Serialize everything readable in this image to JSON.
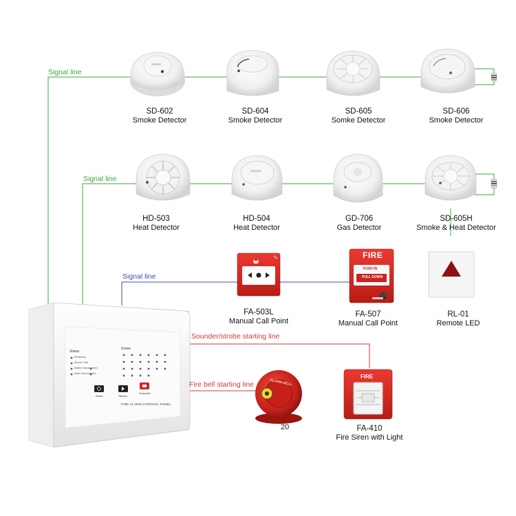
{
  "signal_lines": {
    "line1": "Signal line",
    "line2": "Signal line",
    "line3": "Signal line",
    "sounder": "Sounder/strobe starting line",
    "bell": "Fire bell starting line"
  },
  "devices": {
    "sd602": {
      "model": "SD-602",
      "desc": "Smoke Detector"
    },
    "sd604": {
      "model": "SD-604",
      "desc": "Smoke Detector"
    },
    "sd605": {
      "model": "SD-605",
      "desc": "Somke Detector"
    },
    "sd606": {
      "model": "SD-606",
      "desc": "Smoke Detector"
    },
    "hd503": {
      "model": "HD-503",
      "desc": "Heat Detector"
    },
    "hd504": {
      "model": "HD-504",
      "desc": "Heat Detector"
    },
    "gd706": {
      "model": "GD-706",
      "desc": "Gas Detector"
    },
    "sd605h": {
      "model": "SD-605H",
      "desc": "Smoke & Heat Detector"
    },
    "fa503l": {
      "model": "FA-503L",
      "desc": "Manual Call Point"
    },
    "fa507": {
      "model": "FA-507",
      "desc": "Manual Call Point"
    },
    "rl01": {
      "model": "RL-01",
      "desc": "Remote LED"
    },
    "fa410": {
      "model": "FA-410",
      "desc": "Fire Siren with Light"
    },
    "bell_model_partial": "20"
  },
  "panel": {
    "status_label": "Status",
    "zones_label": "Zones",
    "status_items": [
      "Monitoring",
      "Silence Fault",
      "Battery Disconnected",
      "Alarm Disconnected"
    ],
    "buttons": [
      "Reset",
      "Silence",
      "Evacuate"
    ],
    "title": "FIRE ALARM CONTROL PANEL"
  },
  "printed_marks": {
    "call_point_fire": "FIRE",
    "call_point_push": "PUSH IN",
    "call_point_pull": "PULL DOWN",
    "siren_fire": "FIRE",
    "bell_text": "ALARM BELL"
  },
  "colors": {
    "green_line": "#3aa63a",
    "blue_line": "#3a4fb0",
    "red_line": "#d23a2c",
    "device_red": "#d8251f"
  }
}
